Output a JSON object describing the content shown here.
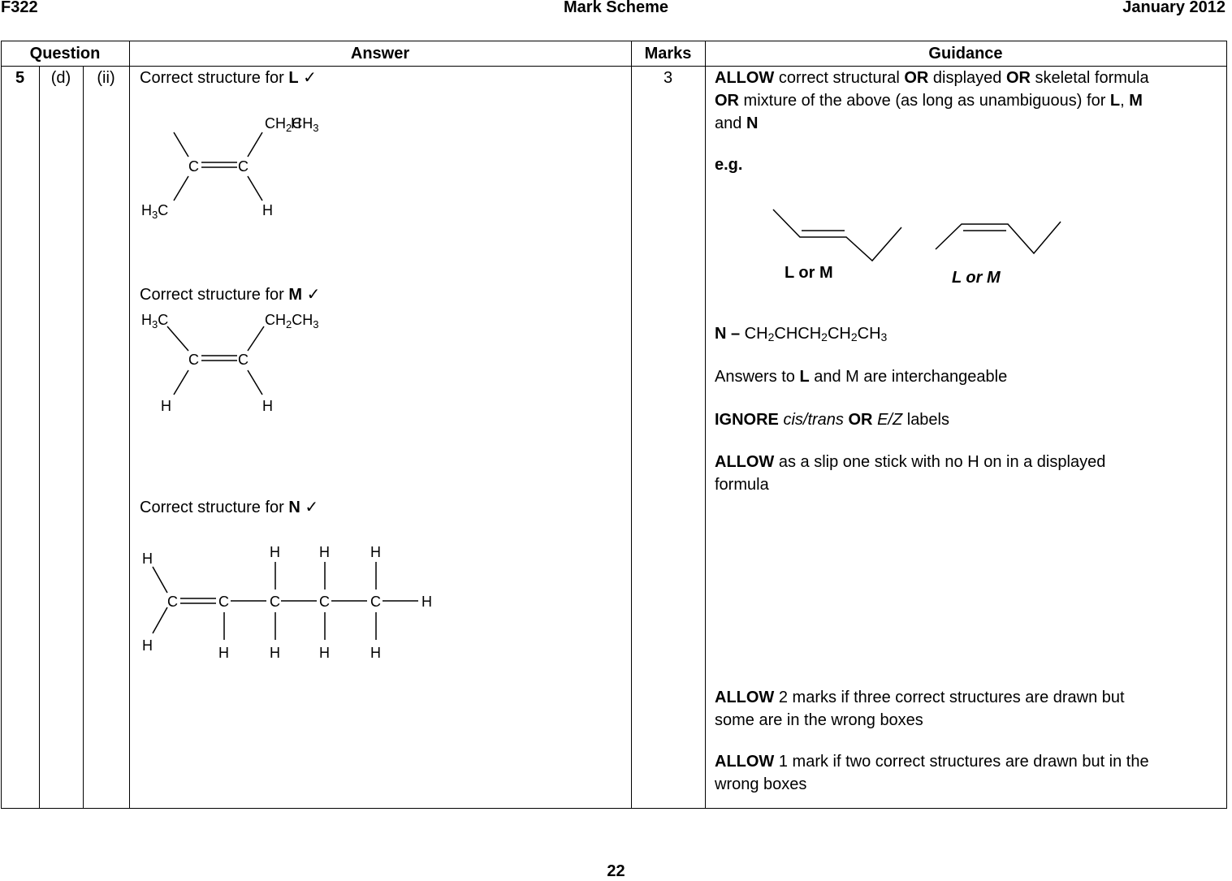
{
  "header": {
    "left": "F322",
    "center": "Mark Scheme",
    "right": "January 2012"
  },
  "table": {
    "headers": {
      "question": "Question",
      "answer": "Answer",
      "marks": "Marks",
      "guidance": "Guidance"
    },
    "row": {
      "q_num": "5",
      "q_part": "(d)",
      "q_sub": "(ii)",
      "marks": "3"
    }
  },
  "answer": {
    "l_label": "Correct structure for ",
    "l_letter": "L",
    "m_label": "Correct structure for ",
    "m_letter": "M",
    "n_label": "Correct structure for ",
    "n_letter": "N",
    "tick": "✓"
  },
  "structures": {
    "H": "H",
    "C": "C",
    "H3C": "H3C",
    "CH2CH3": "CH2CH3"
  },
  "guidance": {
    "g1_b1": "ALLOW",
    "g1_t1": " correct structural ",
    "g1_b2": "OR",
    "g1_t2": " displayed ",
    "g1_b3": "OR",
    "g1_t3": " skeletal formula",
    "g1_b4": "OR",
    "g1_t4": " mixture of the above (as long as unambiguous) for ",
    "g1_b5": "L",
    "g1_t5": ", ",
    "g1_b6": "M",
    "g1_t6": "and ",
    "g1_b7": "N",
    "eg": "e.g.",
    "lm_label_1": "L or M",
    "lm_label_2": "L or M",
    "n_bold": "N –",
    "n_formula": " CH2CHCH2CH2CH3",
    "interchange_t1": "Answers to ",
    "interchange_b": "L",
    "interchange_t2": " and M are interchangeable",
    "ignore_b1": "IGNORE",
    "ignore_i1": "cis/trans",
    "ignore_b2": "OR",
    "ignore_i2": "E/Z",
    "ignore_t": " labels",
    "slip_b": "ALLOW",
    "slip_t1": " as a slip one stick with no H on in a displayed",
    "slip_t2": "formula",
    "allow2_b": "ALLOW",
    "allow2_t1": " 2 marks if three correct structures are drawn but",
    "allow2_t2": "some are in the wrong boxes",
    "allow1_b": "ALLOW",
    "allow1_t1": " 1 mark if two correct structures are drawn but in the",
    "allow1_t2": "wrong boxes"
  },
  "footer": {
    "page": "22"
  }
}
